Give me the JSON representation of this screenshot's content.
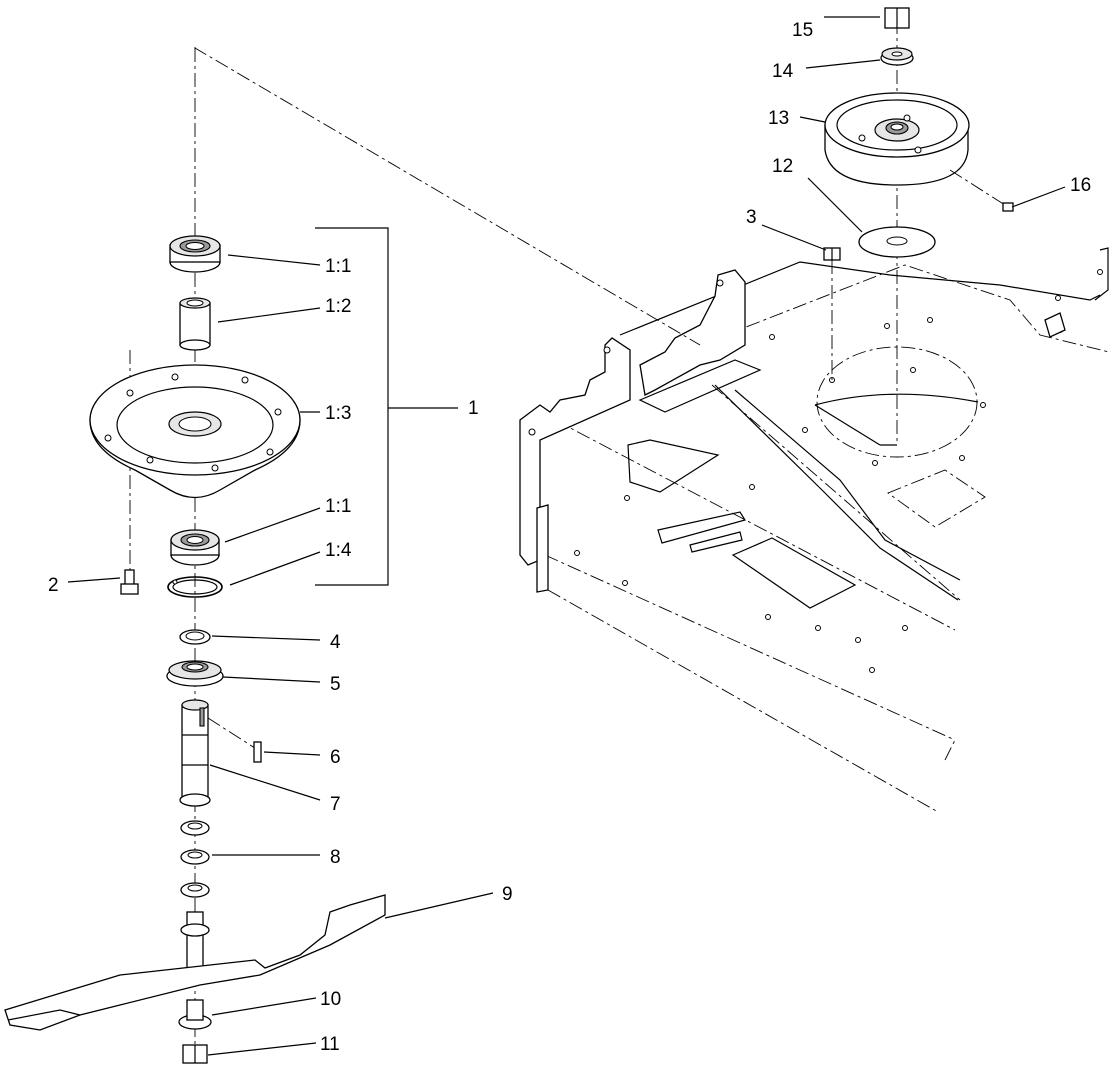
{
  "callouts": {
    "c1": "1",
    "c1_1a": "1:1",
    "c1_2": "1:2",
    "c1_3": "1:3",
    "c1_1b": "1:1",
    "c1_4": "1:4",
    "c2": "2",
    "c3": "3",
    "c4": "4",
    "c5": "5",
    "c6": "6",
    "c7": "7",
    "c8": "8",
    "c9": "9",
    "c10": "10",
    "c11": "11",
    "c12": "12",
    "c13": "13",
    "c14": "14",
    "c15": "15",
    "c16": "16"
  }
}
